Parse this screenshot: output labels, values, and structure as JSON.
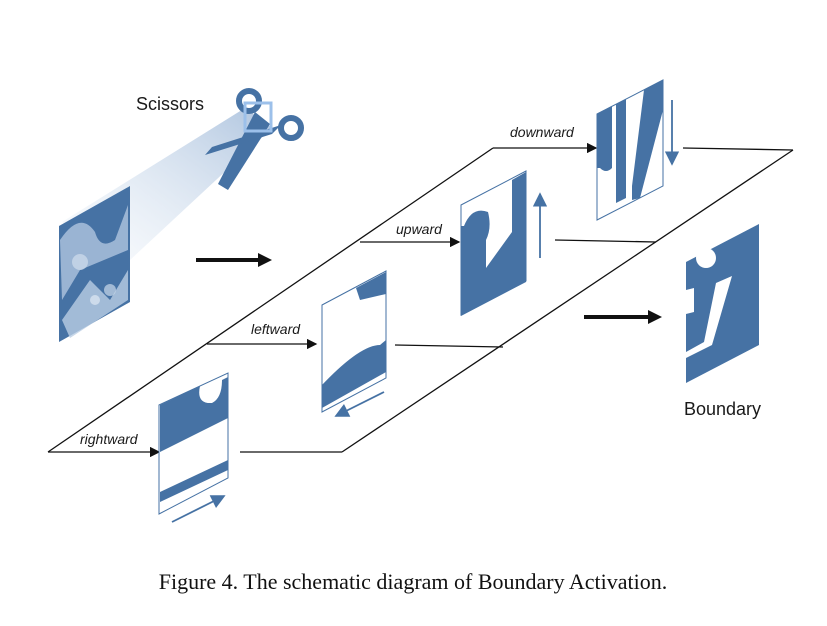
{
  "labels": {
    "scissors": "Scissors",
    "boundary": "Boundary",
    "rightward": "rightward",
    "leftward": "leftward",
    "upward": "upward",
    "downward": "downward"
  },
  "caption": "Figure 4. The schematic diagram of Boundary Activation.",
  "colors": {
    "primary_blue": "#4672a4",
    "light_blue": "#cfdcec",
    "line": "#111111"
  }
}
